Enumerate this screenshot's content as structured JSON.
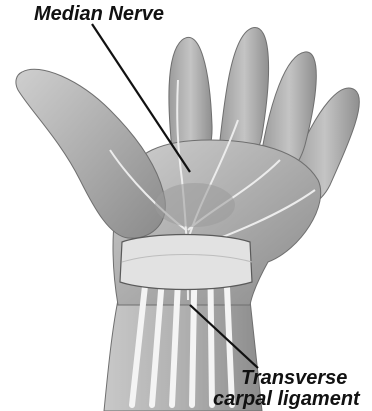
{
  "labels": {
    "median_nerve": "Median Nerve",
    "transverse_line1": "Transverse",
    "transverse_line2": "carpal ligament"
  },
  "colors": {
    "background": "#ffffff",
    "skin": "#b9b9b9",
    "skin_dark": "#7a7a7a",
    "skin_light": "#dcdcdc",
    "tendon": "#f2f2f2",
    "ligament": "#e4e4e4",
    "leader_line": "#111111",
    "label_text": "#111111"
  }
}
